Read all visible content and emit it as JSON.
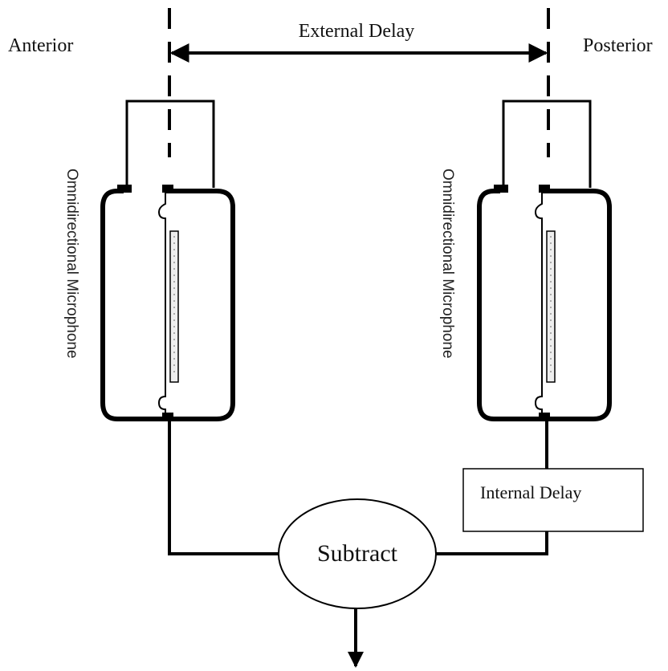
{
  "labels": {
    "anterior": "Anterior",
    "posterior": "Posterior",
    "external_delay": "External Delay",
    "internal_delay": "Internal Delay",
    "subtract": "Subtract",
    "left_microphone": "Omnidirectional Microphone",
    "right_microphone": "Omnidirectional Microphone"
  },
  "icons": {
    "arrow": "double-headed-arrow",
    "output": "down-arrow"
  }
}
